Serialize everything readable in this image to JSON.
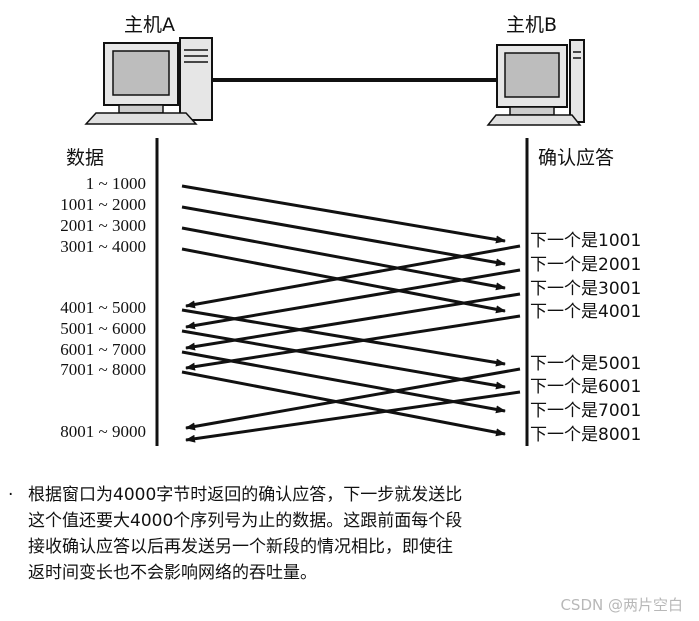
{
  "hosts": {
    "a": {
      "label": "主机A"
    },
    "b": {
      "label": "主机B"
    }
  },
  "columns": {
    "data": "数据",
    "ack": "确认应答"
  },
  "segments": [
    "1 ~ 1000",
    "1001 ~ 2000",
    "2001 ~ 3000",
    "3001 ~ 4000",
    "4001 ~ 5000",
    "5001 ~ 6000",
    "6001 ~ 7000",
    "7001 ~ 8000",
    "8001 ~ 9000"
  ],
  "acks": [
    "下一个是1001",
    "下一个是2001",
    "下一个是3001",
    "下一个是4001",
    "下一个是5001",
    "下一个是6001",
    "下一个是7001",
    "下一个是8001"
  ],
  "caption": {
    "bullet": "·",
    "lines": [
      "根据窗口为4000字节时返回的确认应答，下一步就发送比",
      "这个值还要大4000个序列号为止的数据。这跟前面每个段",
      "接收确认应答以后再发送另一个新段的情况相比，即使往",
      "返时间变长也不会影响网络的吞吐量。"
    ]
  },
  "watermark": "CSDN @两片空白"
}
